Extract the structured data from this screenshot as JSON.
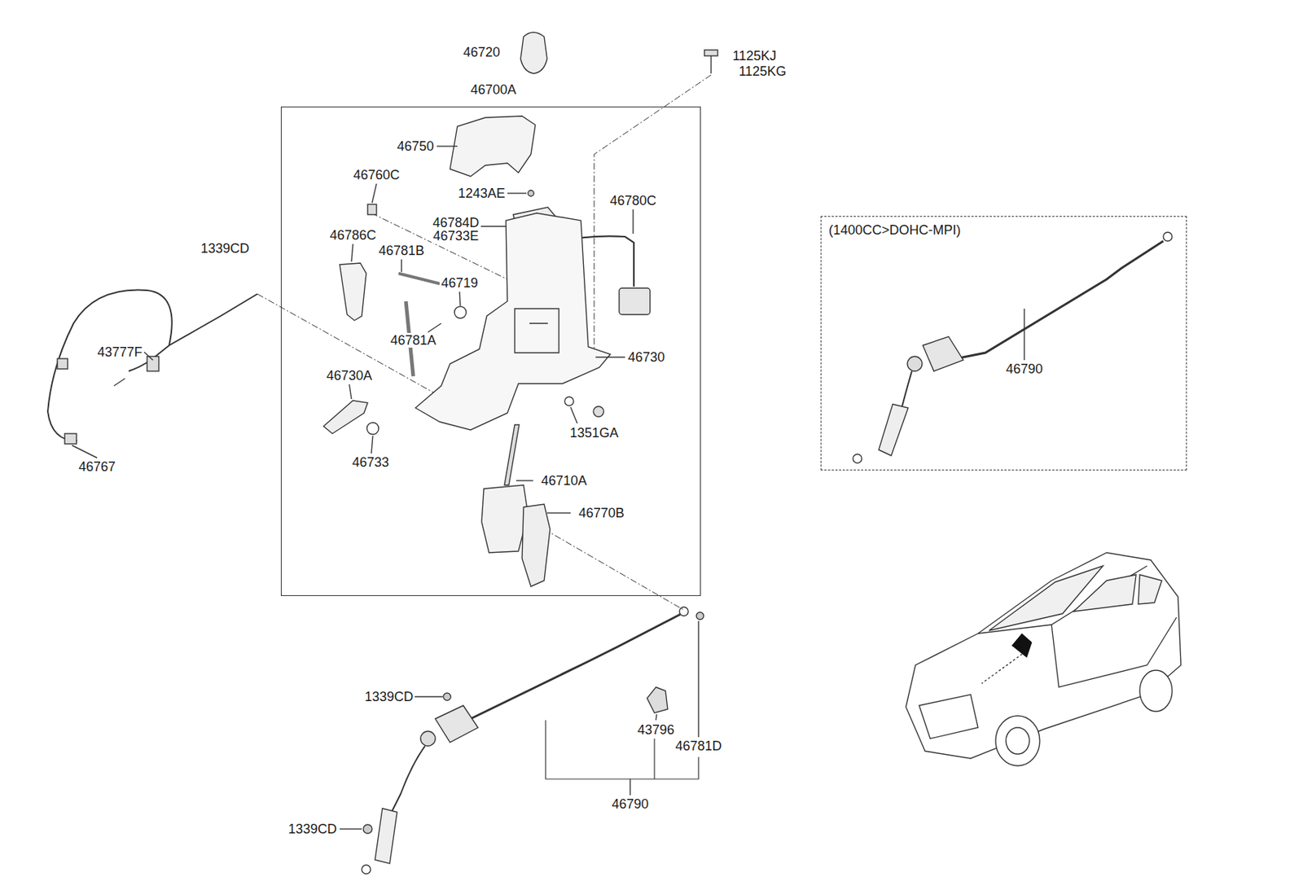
{
  "diagram": {
    "nodes": [
      {
        "text": [
          "46700A"
        ]
      },
      {
        "text": [
          "(1400CC>DOHC-MPI)"
        ]
      }
    ],
    "labels": [
      "46720",
      "1125KJ",
      "1125KG",
      "46750",
      "46760C",
      "1243AE",
      "46780C",
      "46784D",
      "46733E",
      "46786C",
      "46781B",
      "1339CD",
      "46719",
      "43777F",
      "46781A",
      "46730",
      "46730A",
      "1351GA",
      "46733",
      "46767",
      "46710A",
      "46770B",
      "1339CD",
      "43796",
      "46781D",
      "46790",
      "1339CD",
      "46790"
    ]
  }
}
